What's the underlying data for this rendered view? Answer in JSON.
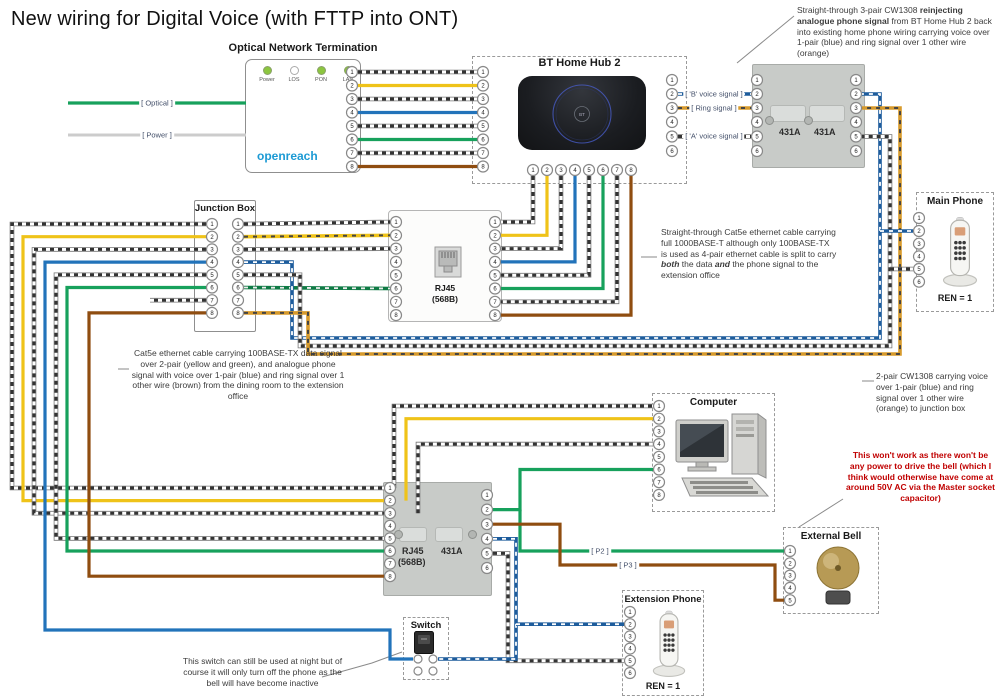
{
  "title": "New wiring for Digital Voice (with FTTP into ONT)",
  "colors": {
    "yellow": "#EFC319",
    "blue": "#2273BA",
    "bluedark": "#1D5C9C",
    "green": "#17A15C",
    "greendark": "#0E7A44",
    "brown": "#8F4D10",
    "orange": "#D79A2B",
    "graywire": "#CCCCCC",
    "red": "#C00000",
    "openreach": "#1C9AD4",
    "ledgreen": "#8CC63F"
  },
  "terminal_sets": {
    "eight": [
      "1",
      "2",
      "3",
      "4",
      "5",
      "6",
      "7",
      "8"
    ],
    "six": [
      "1",
      "2",
      "3",
      "4",
      "5",
      "6"
    ],
    "five": [
      "1",
      "2",
      "3",
      "4",
      "5"
    ]
  },
  "components": {
    "ont": {
      "label": "Optical Network Termination",
      "brand": "openreach",
      "leds": [
        "Power",
        "LOS",
        "PON",
        "LAN"
      ]
    },
    "hub": {
      "label": "BT Home Hub 2",
      "logo": "BT"
    },
    "junction": {
      "label": "Junction Box"
    },
    "rj45_wall": {
      "label_line1": "RJ45",
      "label_line2": "(568B)"
    },
    "master_socket": {
      "module_left": "431A",
      "module_right": "431A"
    },
    "main_phone": {
      "label": "Main Phone",
      "ren": "REN = 1"
    },
    "computer": {
      "label": "Computer"
    },
    "office_socket": {
      "label_rj45_line1": "RJ45",
      "label_rj45_line2": "(568B)",
      "label_431a": "431A"
    },
    "external_bell": {
      "label": "External Bell"
    },
    "extension_phone": {
      "label": "Extension Phone",
      "ren": "REN = 1"
    },
    "switch": {
      "label": "Switch"
    }
  },
  "wire_labels": {
    "optical": "[ Optical ]",
    "power": "[ Power ]",
    "b_voice": "[ 'B' voice signal ]",
    "ring": "[ Ring signal ]",
    "a_voice": "[ 'A' voice signal ]",
    "p2": "[ P2 ]",
    "p3": "[ P3 ]"
  },
  "annotations": {
    "reinjecting": {
      "segments": [
        {
          "t": "Straight-through 3-pair CW1308 "
        },
        {
          "t": "reinjecting analogue phone signal",
          "b": true
        },
        {
          "t": " from BT Home Hub 2 back into existing home phone wiring carrying voice over 1-pair (blue) and ring signal over 1 other wire (orange)"
        }
      ]
    },
    "cat5e_split": {
      "segments": [
        {
          "t": "Straight-through Cat5e ethernet cable carrying full 1000BASE-T although only 100BASE-TX is used as 4-pair ethernet cable is split to carry "
        },
        {
          "t": "both",
          "bi": true
        },
        {
          "t": " the data "
        },
        {
          "t": "and",
          "bi": true
        },
        {
          "t": " the phone signal to the extension office"
        }
      ]
    },
    "cat5e_dining": {
      "segments": [
        {
          "t": "Cat5e ethernet cable carrying 100BASE-TX data signal over 2-pair (yellow and green), and analogue phone signal with voice over 1-pair (blue) and ring signal over 1 other wire (brown) from the dining room to the extension office"
        }
      ]
    },
    "cw1308": {
      "segments": [
        {
          "t": "2-pair CW1308 carrying voice over 1-pair (blue) and ring signal over 1 other wire (orange) to junction box"
        }
      ]
    },
    "bell_warning": {
      "segments": [
        {
          "t": "This won't work as there won't be any power to drive the bell (which I think would otherwise have come at around 50V AC via the Master socket capacitor)"
        }
      ]
    },
    "switch_note": {
      "segments": [
        {
          "t": "This switch can still be used at night but of course it will only turn off the phone as the bell will have become inactive"
        }
      ]
    }
  }
}
